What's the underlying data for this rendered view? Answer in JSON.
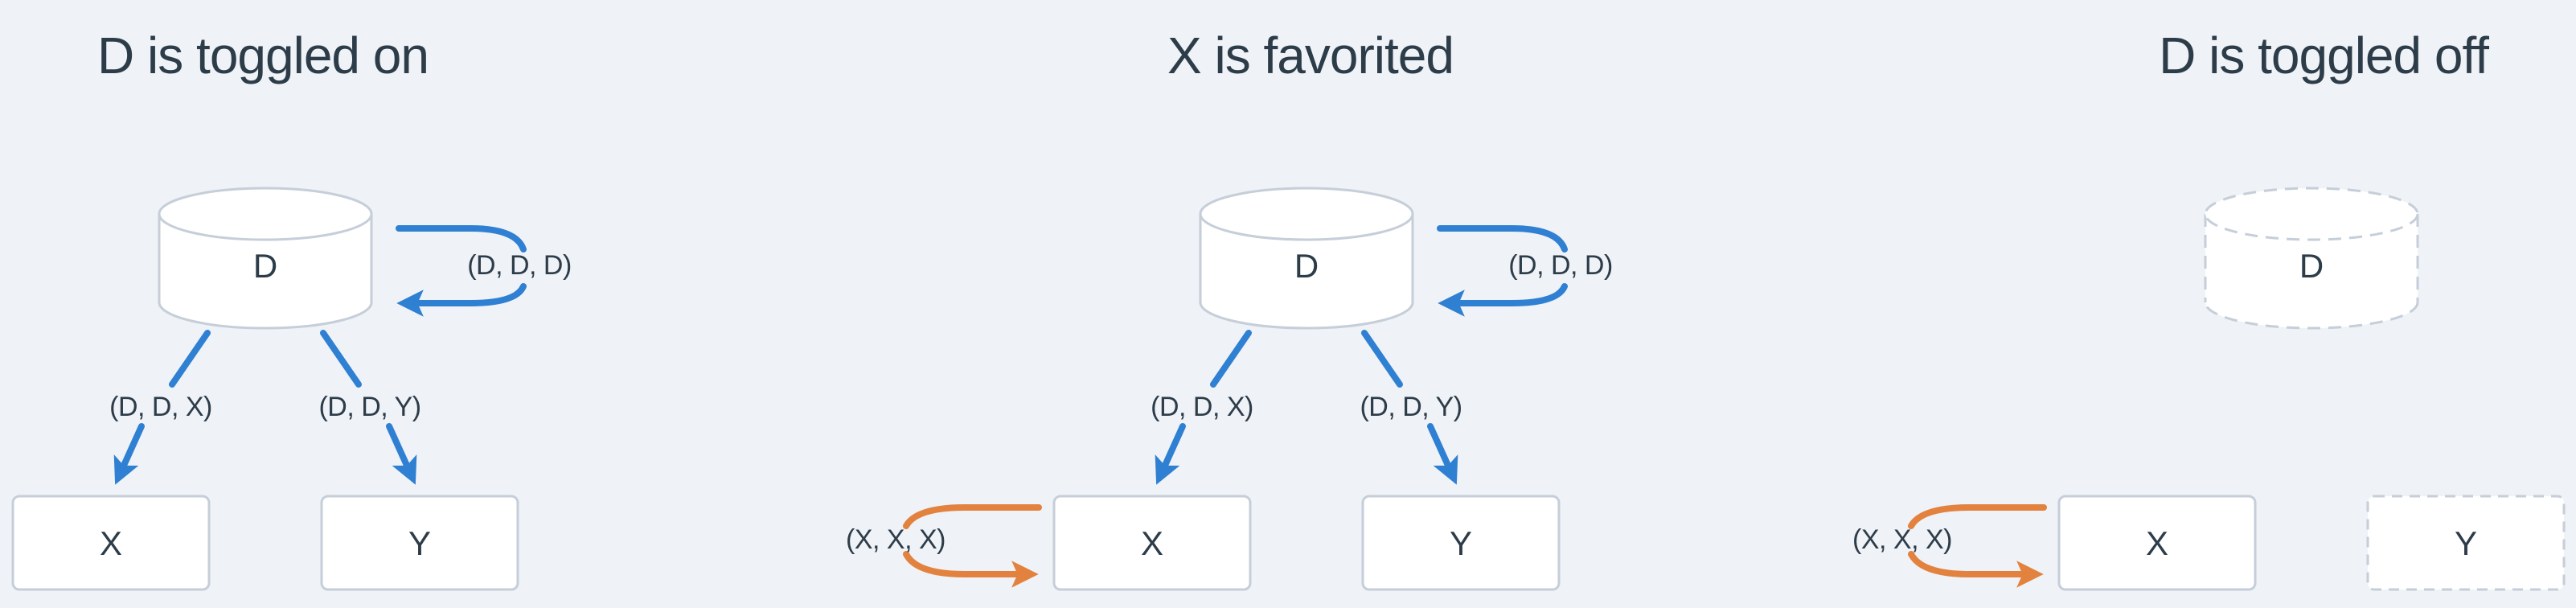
{
  "colors": {
    "bg": "#eff2f6",
    "ink": "#2d3c49",
    "border": "#c5ced9",
    "blue": "#2f80d2",
    "orange": "#e2823e",
    "white": "#ffffff"
  },
  "panels": [
    {
      "title": "D is toggled on",
      "database": {
        "label": "D",
        "state": "toggled-on"
      },
      "boxes": [
        {
          "label": "X",
          "state": "normal"
        },
        {
          "label": "Y",
          "state": "normal"
        }
      ],
      "edges": {
        "d_self_loop": "(D, D, D)",
        "d_to_x": "(D, D, X)",
        "d_to_y": "(D, D, Y)"
      }
    },
    {
      "title": "X is favorited",
      "database": {
        "label": "D",
        "state": "toggled-on"
      },
      "boxes": [
        {
          "label": "X",
          "state": "favorited"
        },
        {
          "label": "Y",
          "state": "normal"
        }
      ],
      "edges": {
        "d_self_loop": "(D, D, D)",
        "d_to_x": "(D, D, X)",
        "d_to_y": "(D, D, Y)",
        "x_self_loop": "(X, X, X)"
      }
    },
    {
      "title": "D is toggled off",
      "database": {
        "label": "D",
        "state": "toggled-off"
      },
      "boxes": [
        {
          "label": "X",
          "state": "favorited"
        },
        {
          "label": "Y",
          "state": "disabled"
        }
      ],
      "edges": {
        "x_self_loop": "(X, X, X)"
      }
    }
  ]
}
